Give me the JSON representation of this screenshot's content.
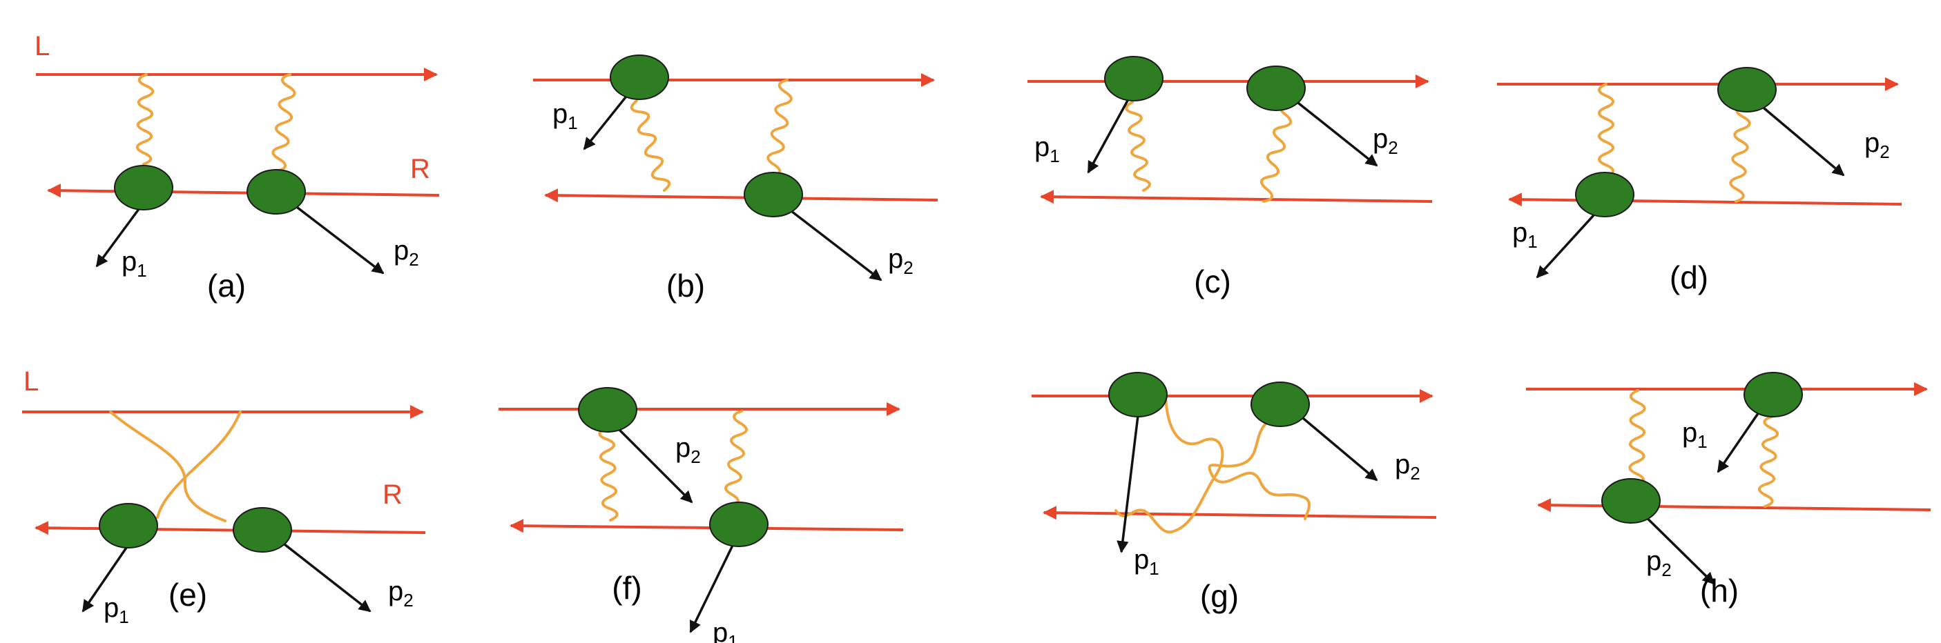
{
  "colors": {
    "beam": "#e8452a",
    "photon": "#f0a53c",
    "blob_fill": "#2e7d23",
    "blob_stroke": "#1a1a1a",
    "momentum": "#111111"
  },
  "labels": {
    "L": "L",
    "R": "R",
    "p": "p",
    "one": "1",
    "two": "2"
  },
  "panels": [
    {
      "id": "a",
      "caption": "(a)"
    },
    {
      "id": "b",
      "caption": "(b)"
    },
    {
      "id": "c",
      "caption": "(c)"
    },
    {
      "id": "d",
      "caption": "(d)"
    },
    {
      "id": "e",
      "caption": "(e)"
    },
    {
      "id": "f",
      "caption": "(f)"
    },
    {
      "id": "g",
      "caption": "(g)"
    },
    {
      "id": "h",
      "caption": "(h)"
    }
  ]
}
